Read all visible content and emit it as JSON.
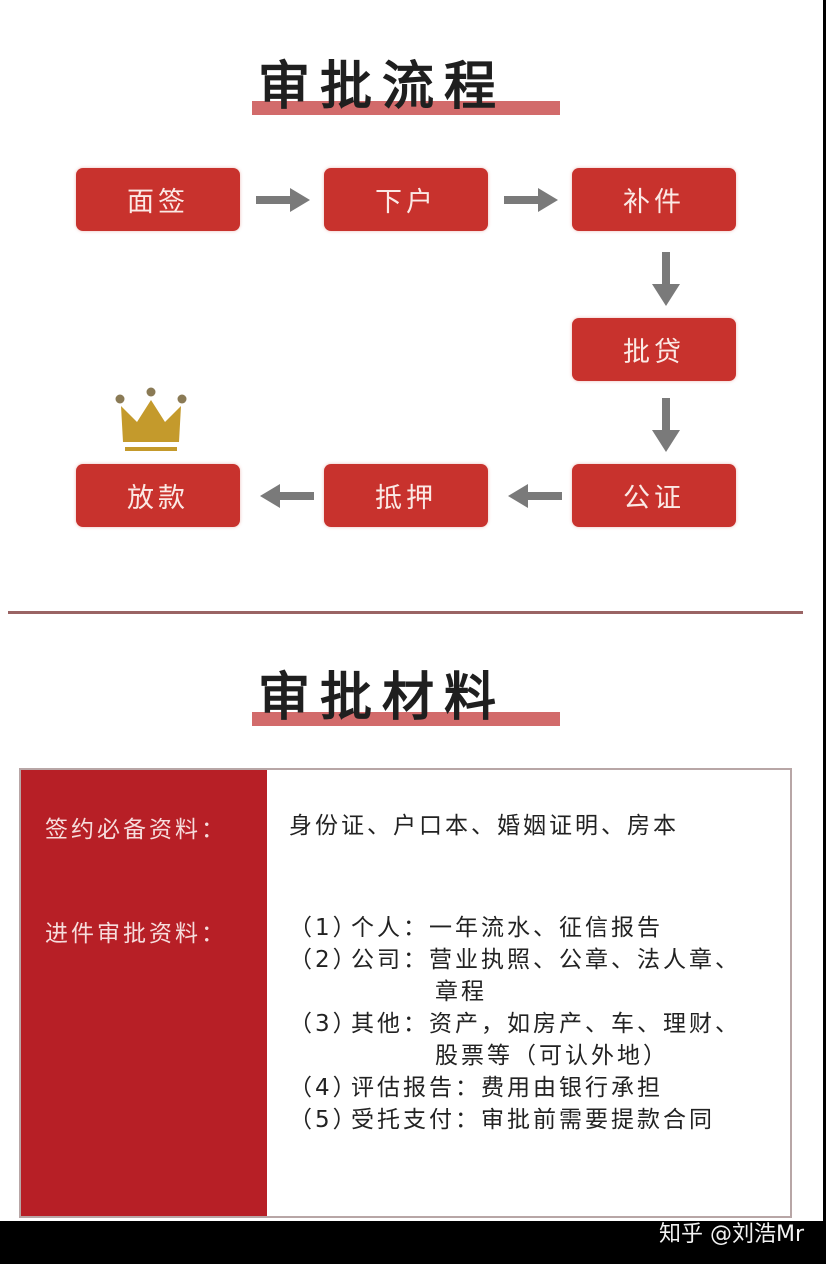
{
  "flow_section": {
    "title": "审批流程",
    "steps": [
      {
        "label": "面签"
      },
      {
        "label": "下户"
      },
      {
        "label": "补件"
      },
      {
        "label": "批贷"
      },
      {
        "label": "公证"
      },
      {
        "label": "抵押"
      },
      {
        "label": "放款"
      }
    ],
    "crown_icon": "crown-icon",
    "colors": {
      "step_bg": "#c8322d",
      "arrow": "#7a7a7a",
      "crown": "#c49a2c",
      "title_underline": "#d26b6b"
    }
  },
  "materials_section": {
    "title": "审批材料",
    "rows": [
      {
        "label": "签约必备资料：",
        "value": "身份证、户口本、婚姻证明、房本"
      },
      {
        "label": "进件审批资料：",
        "items": [
          {
            "num": "（1）",
            "key": "个人：",
            "lines": [
              "一年流水、征信报告"
            ]
          },
          {
            "num": "（2）",
            "key": "公司：",
            "lines": [
              "营业执照、公章、法人章、",
              "章程"
            ]
          },
          {
            "num": "（3）",
            "key": "其他：",
            "lines": [
              "资产，如房产、车、理财、",
              "股票等（可认外地）"
            ]
          },
          {
            "num": "（4）",
            "key": "评估报告：",
            "lines": [
              "费用由银行承担"
            ]
          },
          {
            "num": "（5）",
            "key": "受托支付：",
            "lines": [
              "审批前需要提款合同"
            ]
          }
        ]
      }
    ],
    "colors": {
      "label_bg": "#b71f26",
      "border": "#b8a6a6"
    }
  },
  "watermark": "知乎 @刘浩Mr"
}
